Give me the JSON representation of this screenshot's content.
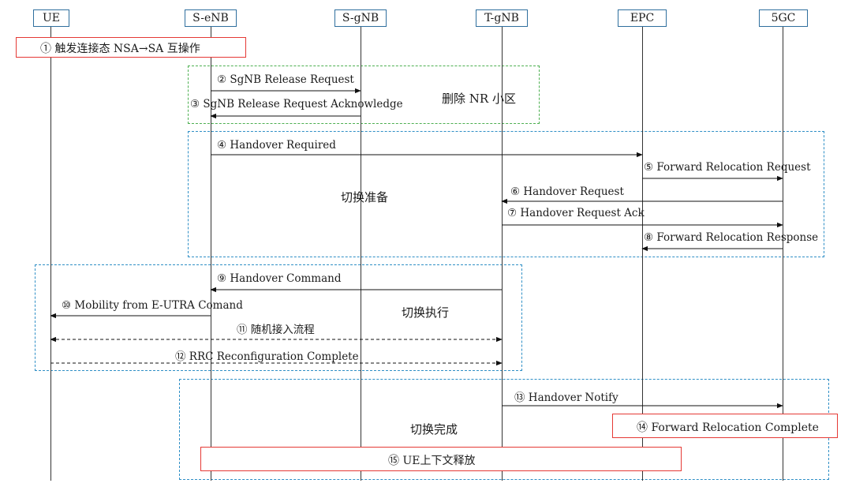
{
  "entities": [
    "UE",
    "S-eNB",
    "S-gNB",
    "T-gNB",
    "EPC",
    "5GC"
  ],
  "groups": {
    "trigger": "① 触发连接态 NSA→SA 互操作",
    "delete_nr": "删除 NR 小区",
    "prepare": "切换准备",
    "execute": "切换执行",
    "complete": "切换完成",
    "ue_release": "⑮ UE上下文释放"
  },
  "messages": [
    {
      "label": "② SgNB Release Request",
      "from": "S-eNB",
      "to": "S-gNB",
      "style": "solid"
    },
    {
      "label": "③ SgNB Release Request Acknowledge",
      "from": "S-gNB",
      "to": "S-eNB",
      "style": "solid"
    },
    {
      "label": "④ Handover Required",
      "from": "S-eNB",
      "to": "EPC",
      "style": "solid"
    },
    {
      "label": "⑤ Forward Relocation Request",
      "from": "EPC",
      "to": "5GC",
      "style": "solid"
    },
    {
      "label": "⑥ Handover Request",
      "from": "5GC",
      "to": "T-gNB",
      "style": "solid"
    },
    {
      "label": "⑦ Handover Request Ack",
      "from": "T-gNB",
      "to": "5GC",
      "style": "solid"
    },
    {
      "label": "⑧ Forward Relocation Response",
      "from": "5GC",
      "to": "EPC",
      "style": "solid"
    },
    {
      "label": "⑨ Handover Command",
      "from": "T-gNB",
      "to": "S-eNB",
      "style": "solid"
    },
    {
      "label": "⑩ Mobility from E-UTRA Comand",
      "from": "S-eNB",
      "to": "UE",
      "style": "solid"
    },
    {
      "label": "⑪ 随机接入流程",
      "from": "UE",
      "to": "T-gNB",
      "style": "dashed-both"
    },
    {
      "label": "⑫ RRC Reconfiguration Complete",
      "from": "UE",
      "to": "T-gNB",
      "style": "dashed"
    },
    {
      "label": "⑬ Handover Notify",
      "from": "T-gNB",
      "to": "5GC",
      "style": "solid"
    },
    {
      "label": "⑭ Forward Relocation Complete",
      "from": "",
      "to": "",
      "style": "box"
    }
  ]
}
